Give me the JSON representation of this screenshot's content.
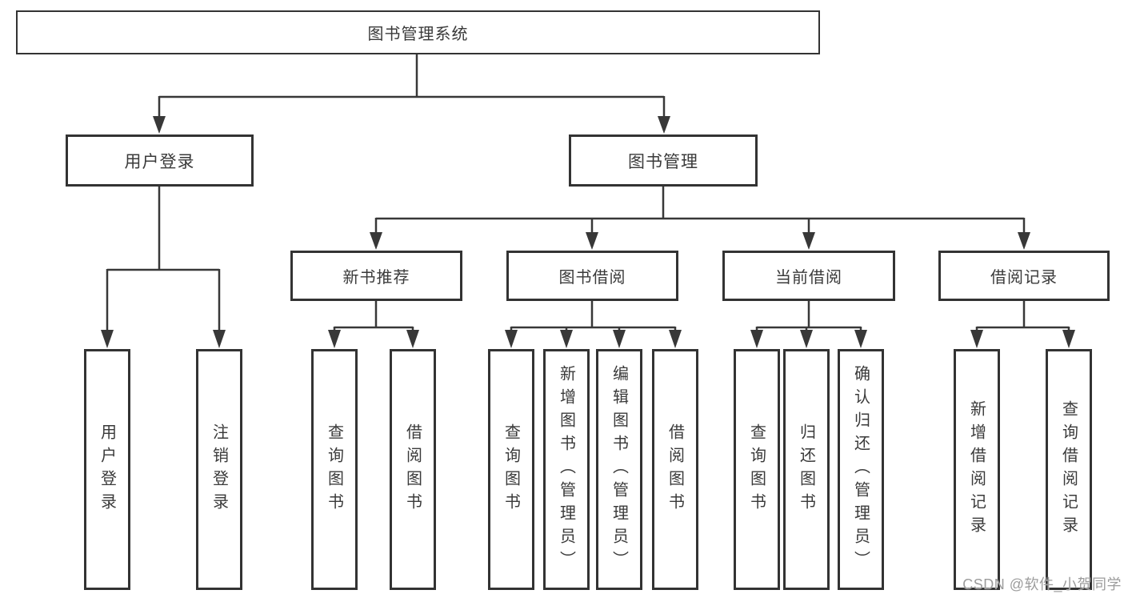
{
  "diagram": {
    "root": {
      "label": "图书管理系统"
    },
    "level2": [
      {
        "label": "用户登录"
      },
      {
        "label": "图书管理"
      }
    ],
    "level3": [
      {
        "label": "新书推荐"
      },
      {
        "label": "图书借阅"
      },
      {
        "label": "当前借阅"
      },
      {
        "label": "借阅记录"
      }
    ],
    "level4": [
      {
        "parent": "用户登录",
        "label": "用户登录"
      },
      {
        "parent": "用户登录",
        "label": "注销登录"
      },
      {
        "parent": "新书推荐",
        "label": "查询图书"
      },
      {
        "parent": "新书推荐",
        "label": "借阅图书"
      },
      {
        "parent": "图书借阅",
        "label": "查询图书"
      },
      {
        "parent": "图书借阅",
        "label": "新增图书（管理员）"
      },
      {
        "parent": "图书借阅",
        "label": "编辑图书（管理员）"
      },
      {
        "parent": "图书借阅",
        "label": "借阅图书"
      },
      {
        "parent": "当前借阅",
        "label": "查询图书"
      },
      {
        "parent": "当前借阅",
        "label": "归还图书"
      },
      {
        "parent": "当前借阅",
        "label": "确认归还（管理员）"
      },
      {
        "parent": "借阅记录",
        "label": "新增借阅记录"
      },
      {
        "parent": "借阅记录",
        "label": "查询借阅记录"
      }
    ]
  },
  "watermark": {
    "text": "CSDN @软件_小贺同学"
  },
  "colors": {
    "line": "#383838",
    "box_border": "#333333",
    "text": "#3a3a3a",
    "watermark": "#9c9c9c",
    "background": "#ffffff"
  }
}
